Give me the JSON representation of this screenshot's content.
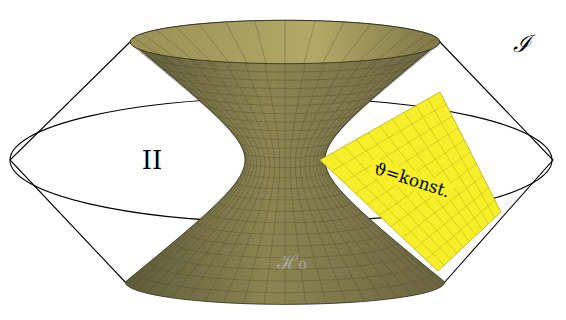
{
  "diagram": {
    "nodes": [
      {
        "text": [
          "ϑ=konst."
        ]
      }
    ],
    "labels": [
      "II",
      "ℐ",
      "ℋ₀"
    ]
  }
}
